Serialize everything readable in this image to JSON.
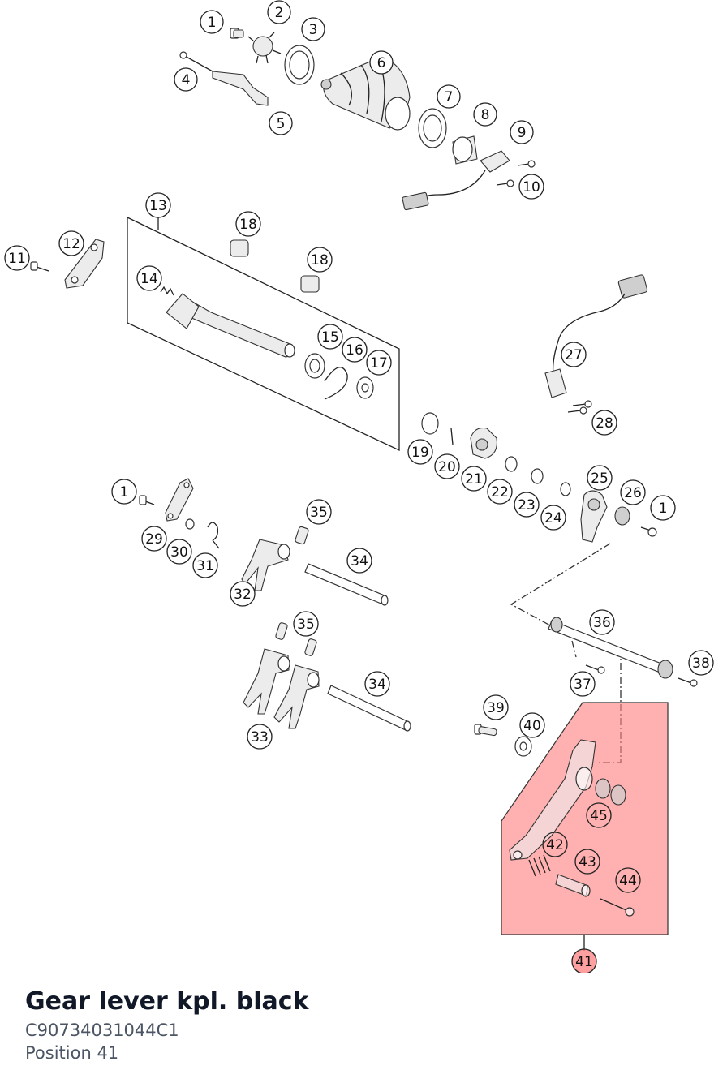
{
  "part": {
    "name": "Gear lever kpl. black",
    "number": "C90734031044C1",
    "position": "Position 41"
  },
  "highlight": {
    "label": "41",
    "color": "#ff8080"
  },
  "callouts": [
    {
      "id": "c1a",
      "label": "1"
    },
    {
      "id": "c2",
      "label": "2"
    },
    {
      "id": "c3",
      "label": "3"
    },
    {
      "id": "c4",
      "label": "4"
    },
    {
      "id": "c5",
      "label": "5"
    },
    {
      "id": "c6",
      "label": "6"
    },
    {
      "id": "c7",
      "label": "7"
    },
    {
      "id": "c8",
      "label": "8"
    },
    {
      "id": "c9",
      "label": "9"
    },
    {
      "id": "c10",
      "label": "10"
    },
    {
      "id": "c11",
      "label": "11"
    },
    {
      "id": "c12",
      "label": "12"
    },
    {
      "id": "c13",
      "label": "13"
    },
    {
      "id": "c14",
      "label": "14"
    },
    {
      "id": "c15",
      "label": "15"
    },
    {
      "id": "c16",
      "label": "16"
    },
    {
      "id": "c17",
      "label": "17"
    },
    {
      "id": "c18a",
      "label": "18"
    },
    {
      "id": "c18b",
      "label": "18"
    },
    {
      "id": "c19",
      "label": "19"
    },
    {
      "id": "c20",
      "label": "20"
    },
    {
      "id": "c21",
      "label": "21"
    },
    {
      "id": "c22",
      "label": "22"
    },
    {
      "id": "c23",
      "label": "23"
    },
    {
      "id": "c24",
      "label": "24"
    },
    {
      "id": "c25",
      "label": "25"
    },
    {
      "id": "c26",
      "label": "26"
    },
    {
      "id": "c1b",
      "label": "1"
    },
    {
      "id": "c27",
      "label": "27"
    },
    {
      "id": "c28",
      "label": "28"
    },
    {
      "id": "c1c",
      "label": "1"
    },
    {
      "id": "c29",
      "label": "29"
    },
    {
      "id": "c30",
      "label": "30"
    },
    {
      "id": "c31",
      "label": "31"
    },
    {
      "id": "c32",
      "label": "32"
    },
    {
      "id": "c35a",
      "label": "35"
    },
    {
      "id": "c34a",
      "label": "34"
    },
    {
      "id": "c35b",
      "label": "35"
    },
    {
      "id": "c33",
      "label": "33"
    },
    {
      "id": "c34b",
      "label": "34"
    },
    {
      "id": "c36",
      "label": "36"
    },
    {
      "id": "c37",
      "label": "37"
    },
    {
      "id": "c38",
      "label": "38"
    },
    {
      "id": "c39",
      "label": "39"
    },
    {
      "id": "c40",
      "label": "40"
    },
    {
      "id": "c42",
      "label": "42"
    },
    {
      "id": "c43",
      "label": "43"
    },
    {
      "id": "c44",
      "label": "44"
    },
    {
      "id": "c45",
      "label": "45"
    },
    {
      "id": "c41",
      "label": "41"
    }
  ]
}
